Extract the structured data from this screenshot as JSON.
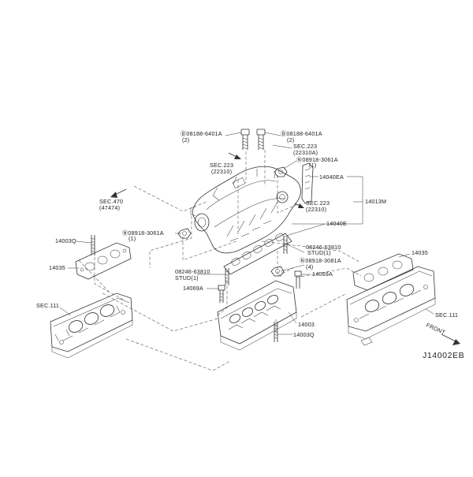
{
  "diagram_code": "J14002EB",
  "front_label": "FRONT",
  "labels": {
    "bolt_left": "Ⓑ08188-6401A",
    "bolt_left_qty": "(2)",
    "bolt_right": "Ⓑ08188-6401A",
    "bolt_right_qty": "(2)",
    "sec223_top": "SEC.223",
    "sec223_top_ref": "(22310A)",
    "nut_top": "Ⓝ08918-3061A",
    "nut_top_qty": "(1)",
    "sec223_mid": "SEC.223",
    "sec223_mid_ref": "(22310)",
    "part_14040EA": "14040EA",
    "sec470": "SEC.470",
    "sec470_ref": "(47474)",
    "sec223_right": "SEC.223",
    "sec223_right_ref": "(22310)",
    "part_14013M": "14013M",
    "part_14040E": "14040E",
    "part_14003Q_top": "14003Q",
    "nut_left": "Ⓝ08918-3061A",
    "nut_left_qty": "(1)",
    "stud_right": "08246-63810",
    "stud_right_desc": "STUD(1)",
    "nut_right": "Ⓝ08918-3081A",
    "nut_right_qty": "(4)",
    "part_14035_left": "14035",
    "part_14035_right": "14035",
    "stud_left": "08246-63810",
    "stud_left_desc": "STUD(1)",
    "part_14069A_left": "14069A",
    "part_14069A_right": "14069A",
    "sec111_left": "SEC.111",
    "sec111_right": "SEC.111",
    "part_14003": "14003",
    "part_14003Q_bottom": "14003Q"
  }
}
